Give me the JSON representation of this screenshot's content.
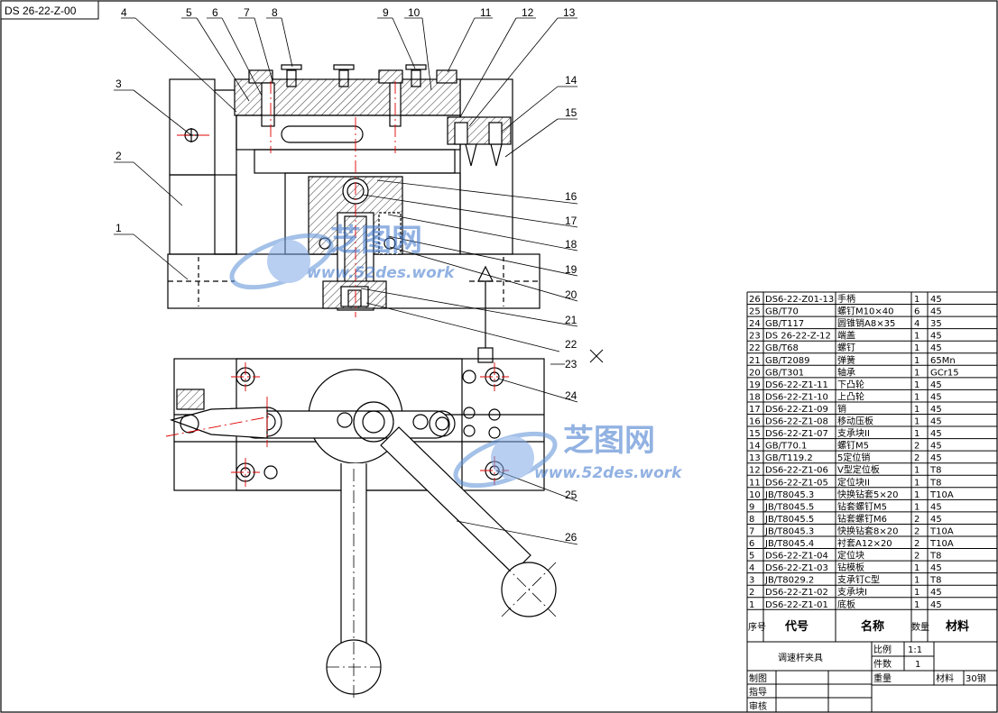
{
  "drawing_code": "DS 26-22-Z-00",
  "callouts": [
    "1",
    "2",
    "3",
    "4",
    "5",
    "6",
    "7",
    "8",
    "9",
    "10",
    "11",
    "12",
    "13",
    "14",
    "15",
    "16",
    "17",
    "18",
    "19",
    "20",
    "21",
    "22",
    "23",
    "24",
    "25",
    "26"
  ],
  "bom": {
    "rows": [
      {
        "no": "26",
        "code": "DS6-22-Z01-13",
        "name": "手柄",
        "qty": "1",
        "mat": "45"
      },
      {
        "no": "25",
        "code": "GB/T70",
        "name": "螺钉M10×40",
        "qty": "6",
        "mat": "45"
      },
      {
        "no": "24",
        "code": "GB/T117",
        "name": "圆锥销A8×35",
        "qty": "4",
        "mat": "35"
      },
      {
        "no": "23",
        "code": "DS 26-22-Z-12",
        "name": "端盖",
        "qty": "1",
        "mat": "45"
      },
      {
        "no": "22",
        "code": "GB/T68",
        "name": "螺钉",
        "qty": "1",
        "mat": "45"
      },
      {
        "no": "21",
        "code": "GB/T2089",
        "name": "弹簧",
        "qty": "1",
        "mat": "65Mn"
      },
      {
        "no": "20",
        "code": "GB/T301",
        "name": "轴承",
        "qty": "1",
        "mat": "GCr15"
      },
      {
        "no": "19",
        "code": "DS6-22-Z1-11",
        "name": "下凸轮",
        "qty": "1",
        "mat": "45"
      },
      {
        "no": "18",
        "code": "DS6-22-Z1-10",
        "name": "上凸轮",
        "qty": "1",
        "mat": "45"
      },
      {
        "no": "17",
        "code": "DS6-22-Z1-09",
        "name": "销",
        "qty": "1",
        "mat": "45"
      },
      {
        "no": "16",
        "code": "DS6-22-Z1-08",
        "name": "移动压板",
        "qty": "1",
        "mat": "45"
      },
      {
        "no": "15",
        "code": "DS6-22-Z1-07",
        "name": "支承块II",
        "qty": "1",
        "mat": "45"
      },
      {
        "no": "14",
        "code": "GB/T70.1",
        "name": "螺钉M5",
        "qty": "2",
        "mat": "45"
      },
      {
        "no": "13",
        "code": "GB/T119.2",
        "name": "5定位销",
        "qty": "2",
        "mat": "45"
      },
      {
        "no": "12",
        "code": "DS6-22-Z1-06",
        "name": "V型定位板",
        "qty": "1",
        "mat": "T8"
      },
      {
        "no": "11",
        "code": "DS6-22-Z1-05",
        "name": "定位块II",
        "qty": "1",
        "mat": "T8"
      },
      {
        "no": "10",
        "code": "JB/T8045.3",
        "name": "快换钻套5×20",
        "qty": "1",
        "mat": "T10A"
      },
      {
        "no": "9",
        "code": "JB/T8045.5",
        "name": "钻套螺钉M5",
        "qty": "1",
        "mat": "45"
      },
      {
        "no": "8",
        "code": "JB/T8045.5",
        "name": "钻套螺钉M6",
        "qty": "2",
        "mat": "45"
      },
      {
        "no": "7",
        "code": "JB/T8045.3",
        "name": "快换钻套8×20",
        "qty": "2",
        "mat": "T10A"
      },
      {
        "no": "6",
        "code": "JB/T8045.4",
        "name": "衬套A12×20",
        "qty": "2",
        "mat": "T10A"
      },
      {
        "no": "5",
        "code": "DS6-22-Z1-04",
        "name": "定位块",
        "qty": "2",
        "mat": "T8"
      },
      {
        "no": "4",
        "code": "DS6-22-Z1-03",
        "name": "钻模板",
        "qty": "1",
        "mat": "45"
      },
      {
        "no": "3",
        "code": "JB/T8029.2",
        "name": "支承钉C型",
        "qty": "1",
        "mat": "T8"
      },
      {
        "no": "2",
        "code": "DS6-22-Z1-02",
        "name": "支承块I",
        "qty": "1",
        "mat": "45"
      },
      {
        "no": "1",
        "code": "DS6-22-Z1-01",
        "name": "底板",
        "qty": "1",
        "mat": "45"
      }
    ],
    "header": {
      "no": "序号",
      "code": "代号",
      "name": "名称",
      "qty": "数量",
      "mat": "材料"
    }
  },
  "title_block": {
    "title": "调速杆夹具",
    "scale_label": "比例",
    "scale_value": "1:1",
    "count_label": "件数",
    "count_value": "1",
    "weight_label": "重量",
    "material_label": "材料",
    "material_value": "30钢",
    "drawn_label": "制图",
    "guide_label": "指导",
    "review_label": "审核"
  },
  "watermark": {
    "brand": "芝图网",
    "url": "www.52des.work"
  }
}
